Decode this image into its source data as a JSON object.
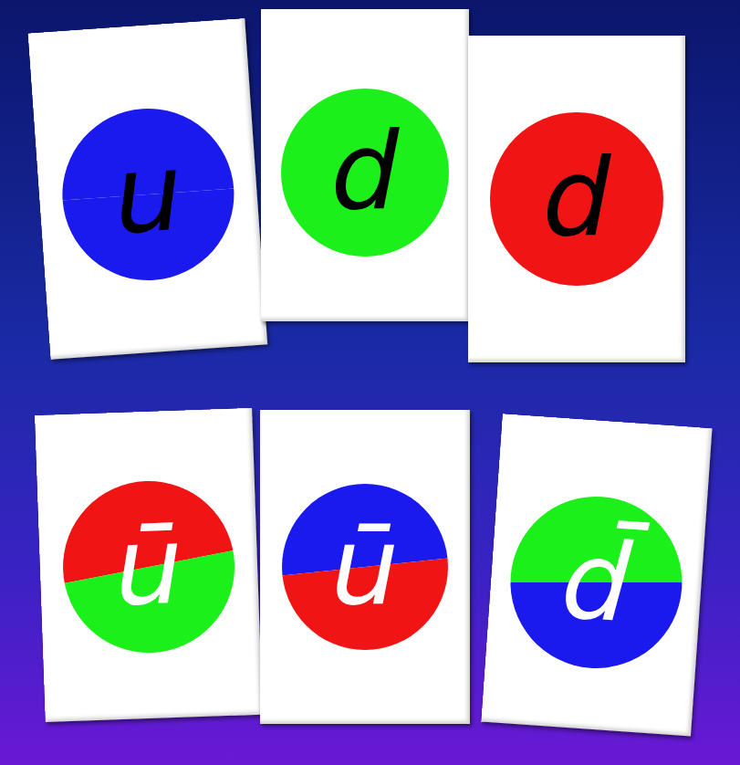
{
  "diagram": {
    "nodes": [
      {
        "text": [
          "u"
        ]
      },
      {
        "text": [
          "d"
        ]
      },
      {
        "text": [
          "d"
        ]
      },
      {
        "text": [
          "ū"
        ]
      },
      {
        "text": [
          "ū"
        ]
      },
      {
        "text": [
          "d̄"
        ]
      }
    ]
  }
}
